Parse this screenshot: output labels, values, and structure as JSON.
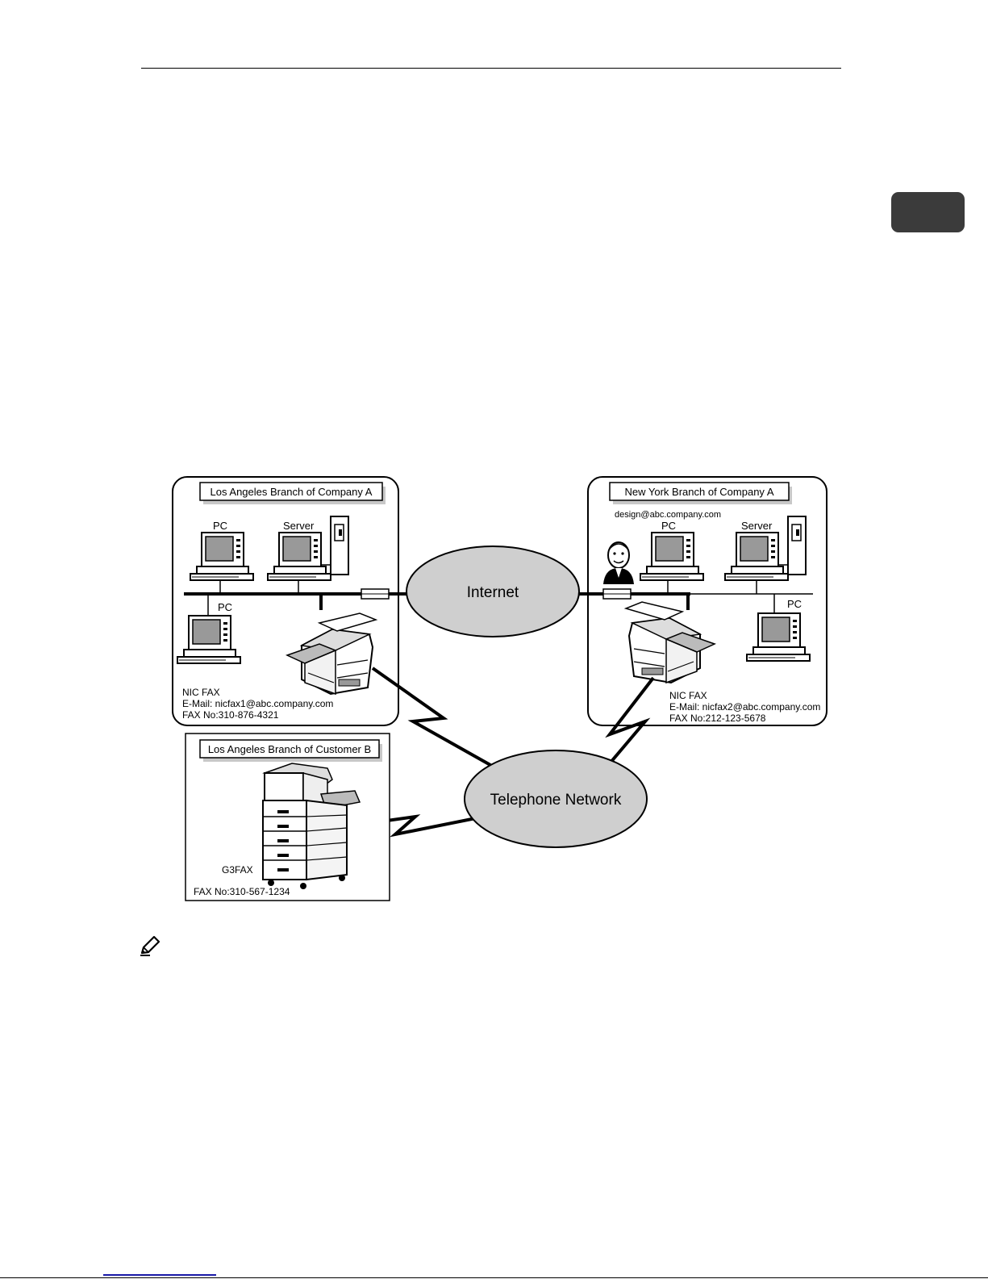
{
  "diagram": {
    "internet_label": "Internet",
    "telephone_label": "Telephone Network",
    "la_company_a": {
      "title": "Los Angeles Branch of Company A",
      "pc1_label": "PC",
      "server_label": "Server",
      "pc2_label": "PC",
      "device_name": "NIC FAX",
      "email": "E-Mail: nicfax1@abc.company.com",
      "fax": "FAX No:310-876-4321"
    },
    "ny_company_a": {
      "title": "New York Branch of Company A",
      "user_email": "design@abc.company.com",
      "pc1_label": "PC",
      "server_label": "Server",
      "pc2_label": "PC",
      "device_name": "NIC FAX",
      "email": "E-Mail: nicfax2@abc.company.com",
      "fax": "FAX No:212-123-5678"
    },
    "la_customer_b": {
      "title": "Los Angeles Branch of Customer B",
      "device_name": "G3FAX",
      "fax": "FAX No:310-567-1234"
    }
  },
  "icons": {
    "note": "pencil-note-icon",
    "user": "person-icon",
    "pc": "computer-icon",
    "server": "server-icon",
    "fax": "fax-machine-icon"
  }
}
